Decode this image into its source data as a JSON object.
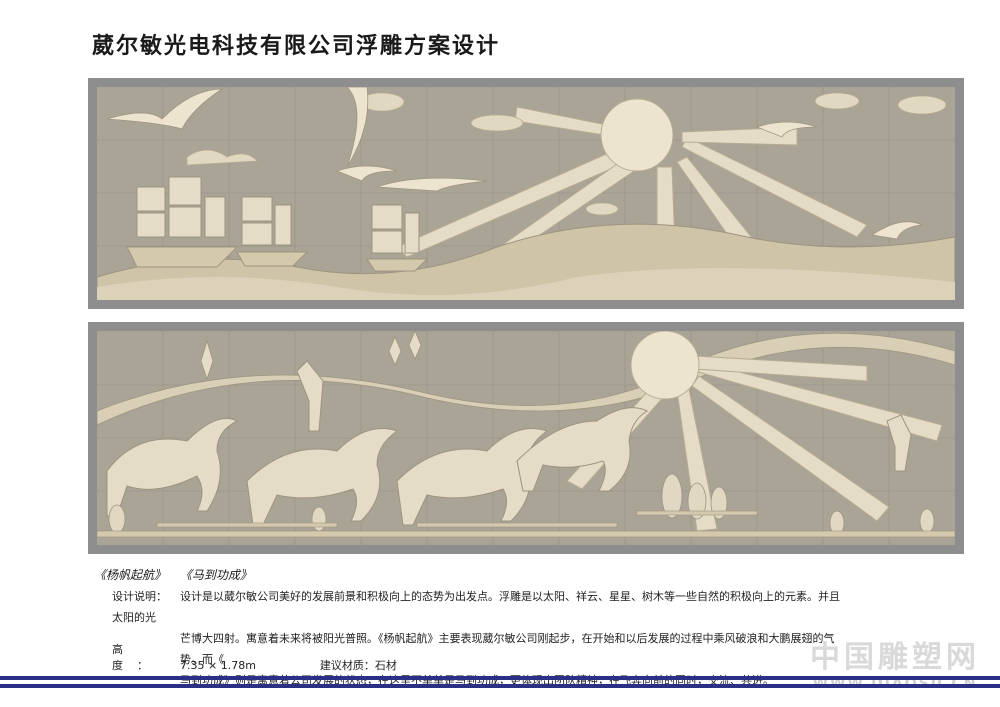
{
  "page": {
    "title": "葳尔敏光电科技有限公司浮雕方案设计"
  },
  "captions": [
    "《杨帆起航》",
    "《马到功成》"
  ],
  "description": {
    "label": "设计说明：",
    "line1": "设计是以葳尔敏公司美好的发展前景和积极向上的态势为出发点。浮雕是以太阳、祥云、星星、树木等一些自然的积极向上的元素。并且太阳的光",
    "line2": "芒博大四射。寓意着未来将被阳光普照。《杨帆起航》主要表现葳尔敏公司刚起步，在开始和以后发展的过程中乘风破浪和大鹏展翅的气势。而《",
    "line3": "马到功成》则是寓意着公司发展的状态，在这里不单单是马到功成，更体现出团队精神，在飞奔向前的同时，交流、共进。"
  },
  "specs": {
    "height_label": "高度：",
    "height_value": "7.35 × 1.78m",
    "material_label": "建议材质：",
    "material_value": "石材"
  },
  "watermark": {
    "name": "中国雕塑网",
    "url": "WWW.DIAOSU.CN"
  },
  "colors": {
    "frame": "#8e8e8e",
    "relief_bg": "#a9a496",
    "relief_light": "#e4dcc6",
    "relief_mid": "#cfc4a8",
    "grid": "#8f8a7e",
    "rule": "#2b2f86"
  }
}
